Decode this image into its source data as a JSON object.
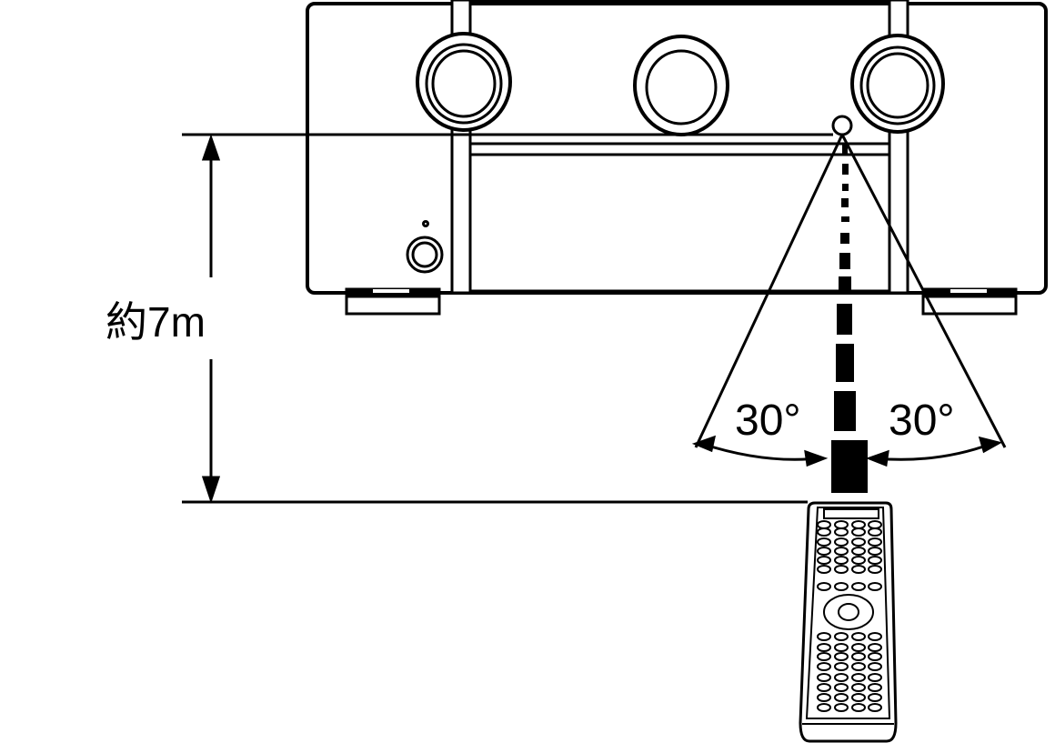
{
  "labels": {
    "distance": "約7m",
    "angle_left": "30°",
    "angle_right": "30°"
  },
  "colors": {
    "line": "#000000",
    "background": "#ffffff"
  },
  "icons": [
    "av-receiver",
    "remote-sensor",
    "remote-control",
    "ir-beam"
  ]
}
